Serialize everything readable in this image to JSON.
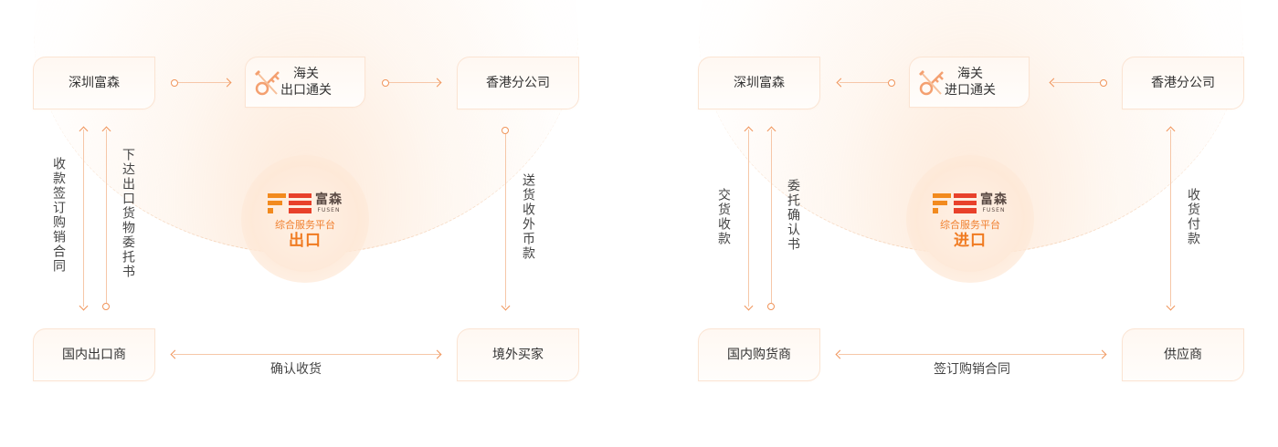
{
  "colors": {
    "accent": "#f0945a",
    "brand_orange": "#f07a20",
    "brand_red": "#e8412b",
    "node_border": "#fbe4d3"
  },
  "icons": {
    "customs": "customs-key-icon",
    "logo": "fusen-logo"
  },
  "export": {
    "top_left": "深圳富森",
    "customs_line1": "海关",
    "customs_line2": "出口通关",
    "top_right": "香港分公司",
    "bottom_left": "国内出口商",
    "bottom_right": "境外买家",
    "left_label_1": "收款签订购销合同",
    "left_label_2": "下达出口货物委托书",
    "right_label": "送货收外币款",
    "bottom_label": "确认收货",
    "hub": {
      "logo_cn": "富森",
      "logo_en": "FUSEN",
      "subtitle": "综合服务平台",
      "title": "出口"
    }
  },
  "import": {
    "top_left": "深圳富森",
    "customs_line1": "海关",
    "customs_line2": "进口通关",
    "top_right": "香港分公司",
    "bottom_left": "国内购货商",
    "bottom_right": "供应商",
    "left_label_1": "交货收款",
    "left_label_2": "委托确认书",
    "right_label": "收货付款",
    "bottom_label": "签订购销合同",
    "hub": {
      "logo_cn": "富森",
      "logo_en": "FUSEN",
      "subtitle": "综合服务平台",
      "title": "进口"
    }
  }
}
